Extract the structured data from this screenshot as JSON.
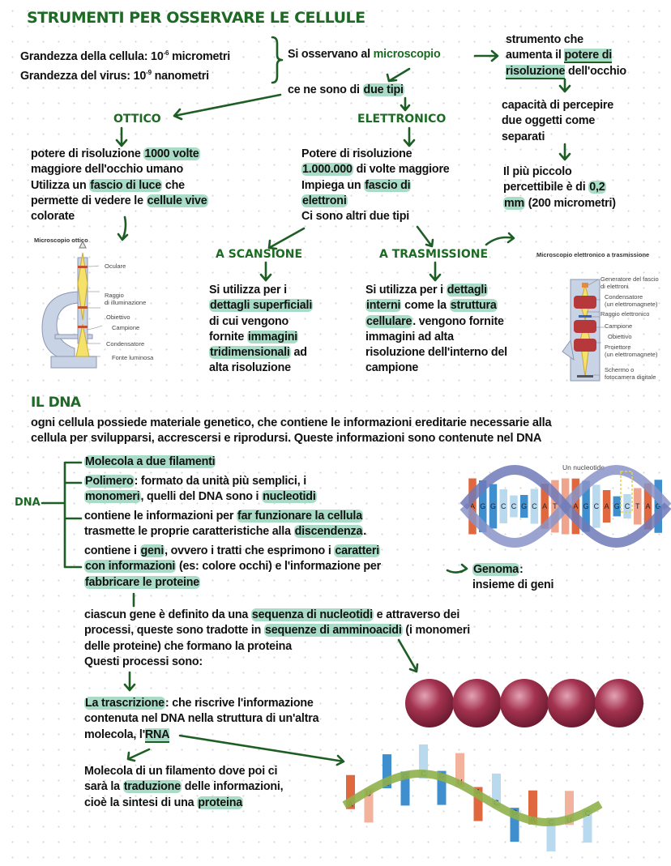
{
  "colors": {
    "heading": "#1d6a24",
    "highlight": "#a9dcc6",
    "arrow": "#1d5e24",
    "protein": "#a3324f"
  },
  "section1": {
    "title": "STRUMENTI PER OSSERVARE LE CELLULE",
    "sizes": [
      [
        "Grandezza della cellula: 10",
        {
          "sup": "-6"
        },
        " micrometri"
      ],
      [
        "Grandezza del virus: 10",
        {
          "sup": "-9"
        },
        " nanometri"
      ]
    ],
    "observe": [
      [
        "Si osservano al ",
        {
          "g": "microscopio"
        }
      ]
    ],
    "definition": [
      [
        "strumento che"
      ],
      [
        "aumenta il ",
        {
          "ul": "potere di"
        }
      ],
      [
        {
          "ul": "risoluzione"
        },
        " dell'occhio"
      ]
    ],
    "resolution": [
      [
        "capacità di percepire"
      ],
      [
        "due oggetti come"
      ],
      [
        "separati"
      ]
    ],
    "smallest": [
      [
        "Il più piccolo"
      ],
      [
        "percettibile è di ",
        {
          "hl": "0,2"
        }
      ],
      [
        {
          "hl": "mm"
        },
        " (200 micrometri)"
      ]
    ],
    "types": [
      [
        "ce ne sono di ",
        {
          "hl": "due tipi"
        }
      ]
    ],
    "optical_title": "OTTICO",
    "electronic_title": "ELETTRONICO",
    "optical": [
      [
        "potere di risoluzione ",
        {
          "hl": "1000 volte"
        }
      ],
      [
        "maggiore dell'occhio umano"
      ],
      [
        "Utilizza un ",
        {
          "hl": "fascio di luce"
        },
        " che"
      ],
      [
        "permette di vedere le ",
        {
          "hl": "cellule vive"
        }
      ],
      [
        "colorate"
      ]
    ],
    "electronic": [
      [
        "Potere di risoluzione"
      ],
      [
        {
          "hl": "1.000.000"
        },
        " di volte maggiore"
      ],
      [
        "Impiega un ",
        {
          "hl": "fascio di"
        }
      ],
      [
        {
          "hl": "elettroni"
        }
      ],
      [
        "Ci sono altri due tipi"
      ]
    ],
    "scanning_title": "A SCANSIONE",
    "transmission_title": "A TRASMISSIONE",
    "scanning": [
      [
        "Si utilizza per i"
      ],
      [
        {
          "hl": "dettagli superficiali"
        }
      ],
      [
        "di cui vengono"
      ],
      [
        "fornite ",
        {
          "hl": "immagini"
        }
      ],
      [
        {
          "hl": "tridimensionali"
        },
        " ad"
      ],
      [
        "alta risoluzione"
      ]
    ],
    "transmission": [
      [
        "Si utilizza per i ",
        {
          "hl": "dettagli"
        }
      ],
      [
        {
          "hl": "interni"
        },
        " come la ",
        {
          "hl": "struttura"
        }
      ],
      [
        {
          "hl": "cellulare"
        },
        ".  vengono fornite"
      ],
      [
        "immagini ad alta"
      ],
      [
        "risoluzione dell'interno del"
      ],
      [
        "campione"
      ]
    ],
    "optical_figure": {
      "caption": "Microscopio ottico",
      "labels": [
        "Oculare",
        "Raggio\ndi illuminazione",
        "Obiettivo",
        "Campione",
        "Condensatore",
        "Fonte luminosa"
      ]
    },
    "tem_figure": {
      "caption": "Microscopio elettronico a trasmissione",
      "labels": [
        "Generatore del fascio\ndi elettroni",
        "Condensatore\n(un elettromagnete)",
        "Raggio elettronico",
        "Campione",
        "Obiettivo",
        "Proiettore\n(un elettromagnete)",
        "Schermo o\nfotocamera digitale"
      ]
    }
  },
  "section2": {
    "title": "IL DNA",
    "intro": [
      [
        "ogni cellula possiede materiale genetico, che contiene le informazioni ereditarie necessarie alla"
      ],
      [
        "cellula per svilupparsi, accrescersi e riprodursi. Queste informazioni sono contenute nel DNA"
      ]
    ],
    "dna_label": "DNA",
    "item1": [
      [
        {
          "hl": "Molecola a due filamenti"
        }
      ]
    ],
    "item2": [
      [
        {
          "hl": "Polimero"
        },
        ": formato da unità più semplici, i"
      ],
      [
        {
          "hl": "monomeri"
        },
        ", quelli del DNA sono i ",
        {
          "hl": "nucleotidi"
        }
      ]
    ],
    "item3": [
      [
        "contiene le informazioni per ",
        {
          "hl": "far funzionare  la cellula"
        }
      ],
      [
        "trasmette le proprie caratteristiche alla ",
        {
          "hl": "discendenza"
        },
        "."
      ]
    ],
    "item4": [
      [
        "contiene i ",
        {
          "hl": "geni"
        },
        ", ovvero i tratti che esprimono i ",
        {
          "hl": "caratteri"
        }
      ],
      [
        {
          "hl": "con informazioni"
        },
        " (es: colore occhi) e l'informazione per"
      ],
      [
        {
          "hl": "fabbricare le proteine"
        }
      ]
    ],
    "genome": [
      [
        {
          "hl": "Genoma"
        },
        ":"
      ],
      [
        "insieme di geni"
      ]
    ],
    "helix_label": "Un nucleotide",
    "helix_bases": [
      "A",
      "G",
      "G",
      "C",
      "C",
      "G",
      "C",
      "A",
      "T",
      "T",
      "A",
      "G",
      "C",
      "A",
      "G",
      "C",
      "T",
      "A",
      "G"
    ],
    "gene": [
      [
        "ciascun gene è definito da una ",
        {
          "hl": "sequenza di nucleotidi"
        },
        " e attraverso dei"
      ],
      [
        "processi, queste sono tradotte in ",
        {
          "hl": "sequenze di amminoacidi"
        },
        " (i monomeri"
      ],
      [
        "delle proteine) che formano la proteina"
      ],
      [
        "Questi processi sono:"
      ]
    ],
    "transcription": [
      [
        {
          "hl": "La trascrizione"
        },
        ": che riscrive l'informazione"
      ],
      [
        "contenuta nel DNA nella struttura di un'altra"
      ],
      [
        "molecola, l'",
        {
          "ul": "RNA"
        }
      ]
    ],
    "rna_desc": [
      [
        "Molecola di un filamento dove poi ci"
      ],
      [
        "sarà la ",
        {
          "hl": "traduzione"
        },
        " delle informazioni,"
      ],
      [
        "cioè la sintesi di una ",
        {
          "hl": "proteina"
        }
      ]
    ],
    "amino_acid_count": 5,
    "rna_bases": [
      "A",
      "U",
      "G",
      "G",
      "C",
      "G",
      "U",
      "A",
      "C",
      "G",
      "A",
      "C",
      "U",
      "C"
    ]
  }
}
